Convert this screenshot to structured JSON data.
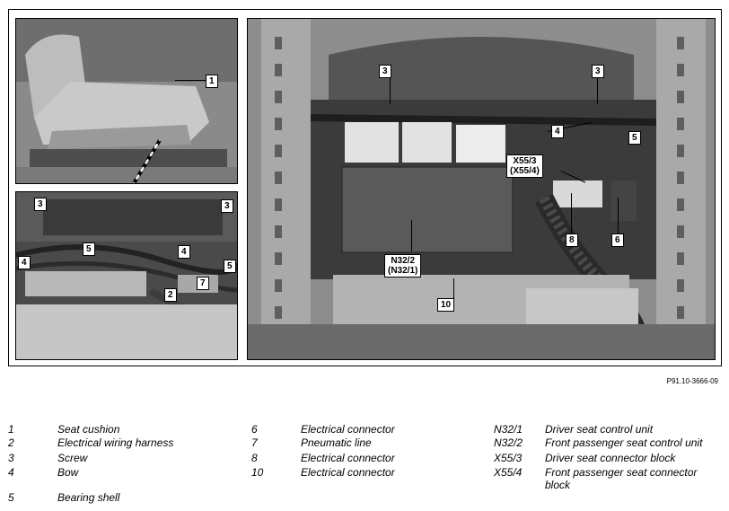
{
  "callouts": {
    "c1": "1",
    "c2": "2",
    "c3a": "3",
    "c3b": "3",
    "c3c": "3",
    "c3d": "3",
    "c4a": "4",
    "c4b": "4",
    "c5a": "5",
    "c5b": "5",
    "c5c": "5",
    "c6": "6",
    "c7": "7",
    "c8": "8",
    "c10": "10",
    "cX55": "X55/3\n(X55/4)",
    "cN32": "N32/2\n(N32/1)"
  },
  "reference": "P91.10-3666-09",
  "legend": [
    {
      "num": "1",
      "text": "Seat cushion"
    },
    {
      "num": "2",
      "text": "Electrical wiring harness"
    },
    {
      "num": "3",
      "text": "Screw"
    },
    {
      "num": "4",
      "text": "Bow"
    },
    {
      "num": "5",
      "text": "Bearing shell"
    },
    {
      "num": "6",
      "text": "Electrical connector"
    },
    {
      "num": "7",
      "text": "Pneumatic line"
    },
    {
      "num": "8",
      "text": "Electrical connector"
    },
    {
      "num": "10",
      "text": "Electrical connector"
    },
    {
      "num": "N32/1",
      "text": "Driver seat control unit"
    },
    {
      "num": "N32/2",
      "text": "Front passenger seat control unit"
    },
    {
      "num": "X55/3",
      "text": "Driver seat connector block"
    },
    {
      "num": "X55/4",
      "text": "Front passenger seat connector block"
    }
  ]
}
